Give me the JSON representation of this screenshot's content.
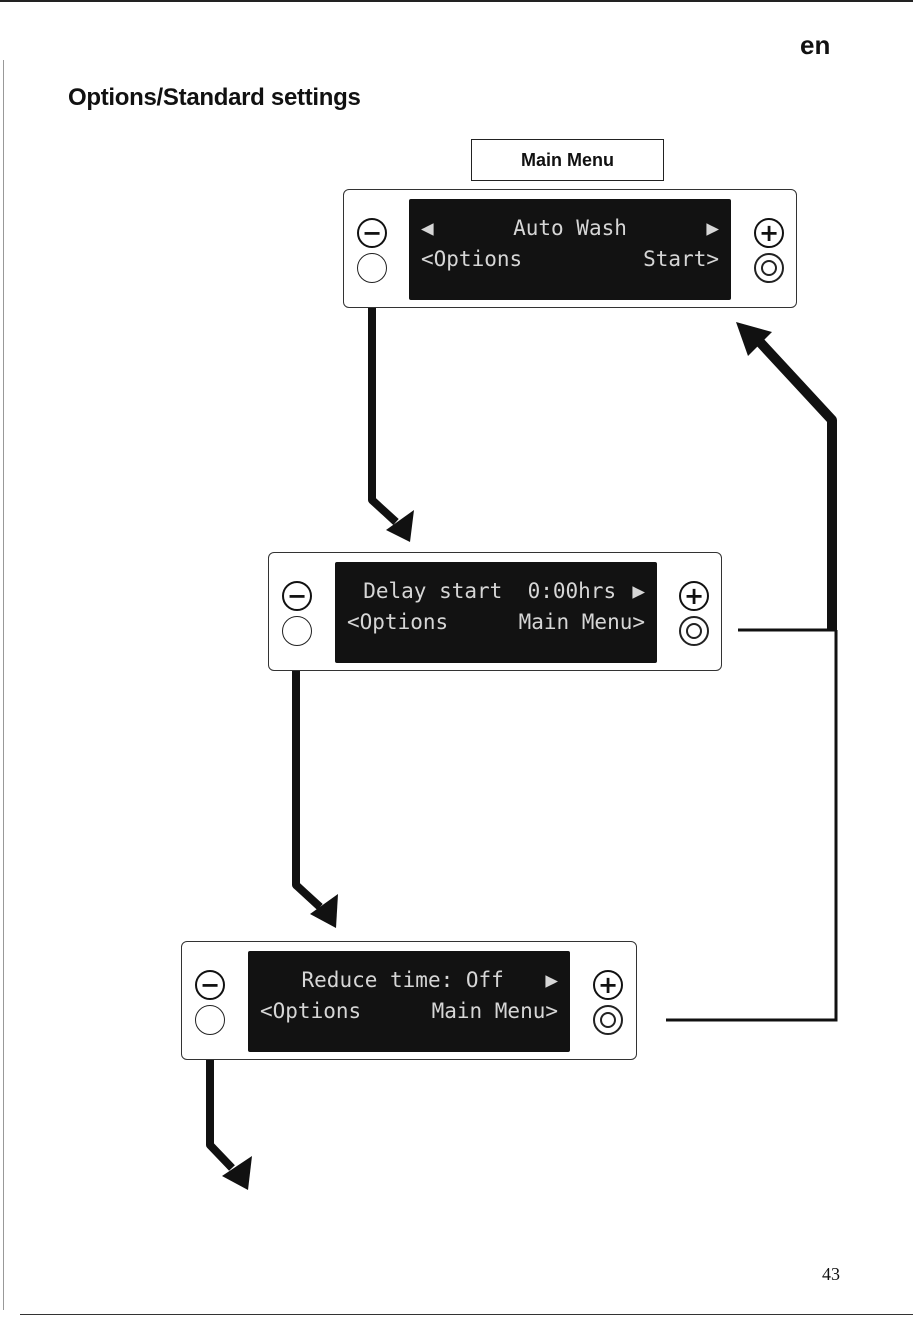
{
  "header": {
    "language": "en",
    "title": "Options/Standard settings",
    "page_number": "43"
  },
  "main_menu_label": "Main Menu",
  "panels": [
    {
      "line1_left": "◀",
      "line1_center": "Auto Wash",
      "line1_right": "▶",
      "line2_left": "<Options",
      "line2_right": "Start>"
    },
    {
      "line1_left": "",
      "line1_center": "Delay start  0:00hrs",
      "line1_right": "▶",
      "line2_left": "<Options",
      "line2_right": "Main Menu>"
    },
    {
      "line1_left": "",
      "line1_center": "Reduce time: Off",
      "line1_right": "▶",
      "line2_left": "<Options",
      "line2_right": "Main Menu>"
    }
  ],
  "buttons": {
    "minus_symbol": "−",
    "plus_symbol": "+"
  }
}
